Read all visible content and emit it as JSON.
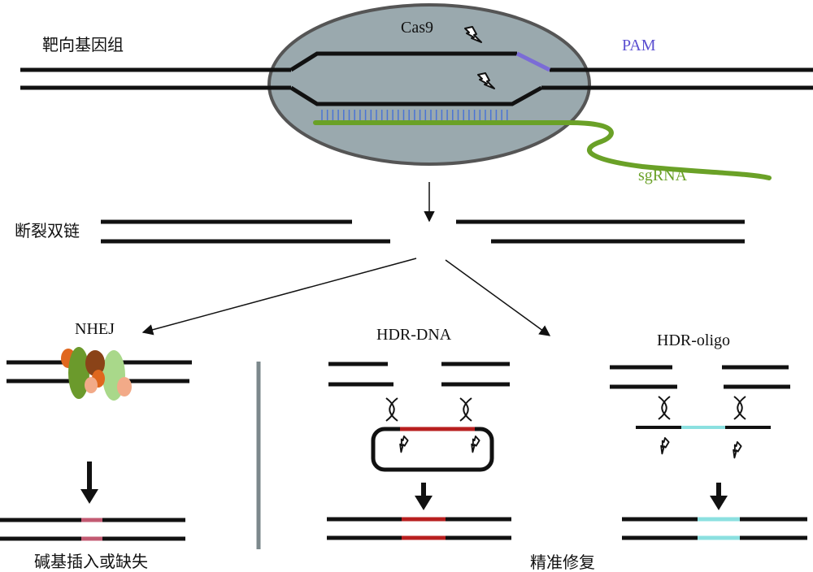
{
  "labels": {
    "target_genome": "靶向基因组",
    "cas9": "Cas9",
    "pam": "PAM",
    "sgrna": "sgRNA",
    "double_strand_break": "断裂双链",
    "nhej": "NHEJ",
    "hdr_dna": "HDR-DNA",
    "hdr_oligo": "HDR-oligo",
    "indel": "碱基插入或缺失",
    "precise_repair": "精准修复"
  },
  "colors": {
    "dna": "#111111",
    "cas9_fill": "#9aa9ae",
    "cas9_stroke": "#555555",
    "pam": "#7b6cd6",
    "pam_text": "#5b4fd0",
    "sgrna": "#6aa127",
    "spacer_ticks": "#4a74d4",
    "indel": "#c25a72",
    "hdr_donor": "#b81f1f",
    "oligo": "#8be0e0",
    "divider": "#7c888c",
    "protein_orange": "#e0671e",
    "protein_green": "#6b9a2c",
    "protein_brown": "#8a4318",
    "protein_lightgreen": "#a9d88a",
    "protein_peach": "#f2aa88"
  },
  "icons": {
    "cut_symbol": "lightning-bolt-icon",
    "crossover_symbol": "cross-x-icon",
    "direction_arrow": "arrow-icon"
  }
}
